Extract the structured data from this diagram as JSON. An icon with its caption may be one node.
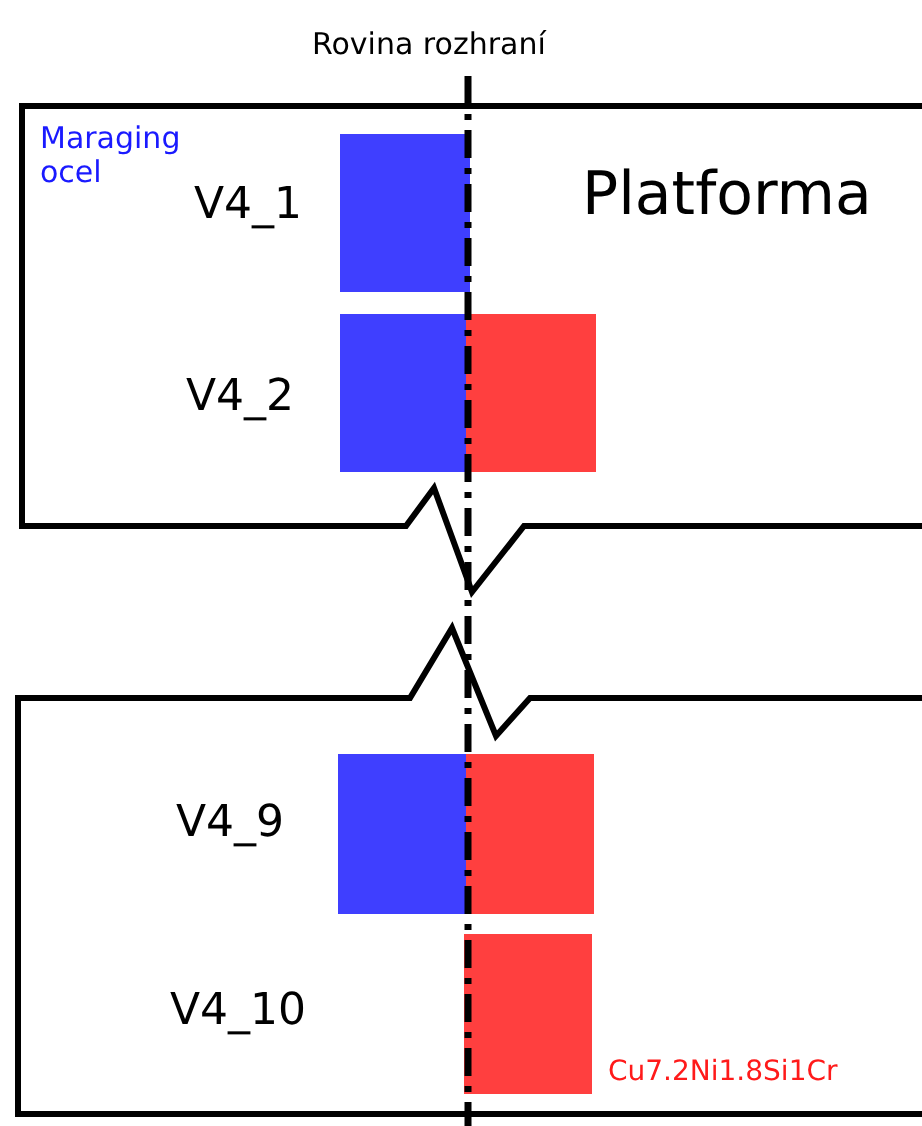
{
  "diagram": {
    "labels": [
      "Rovina rozhraní",
      "Maraging ocel",
      "V4_1",
      "Platforma",
      "V4_2",
      "V4_9",
      "V4_10",
      "Cu7.2Ni1.8Si1Cr"
    ]
  }
}
